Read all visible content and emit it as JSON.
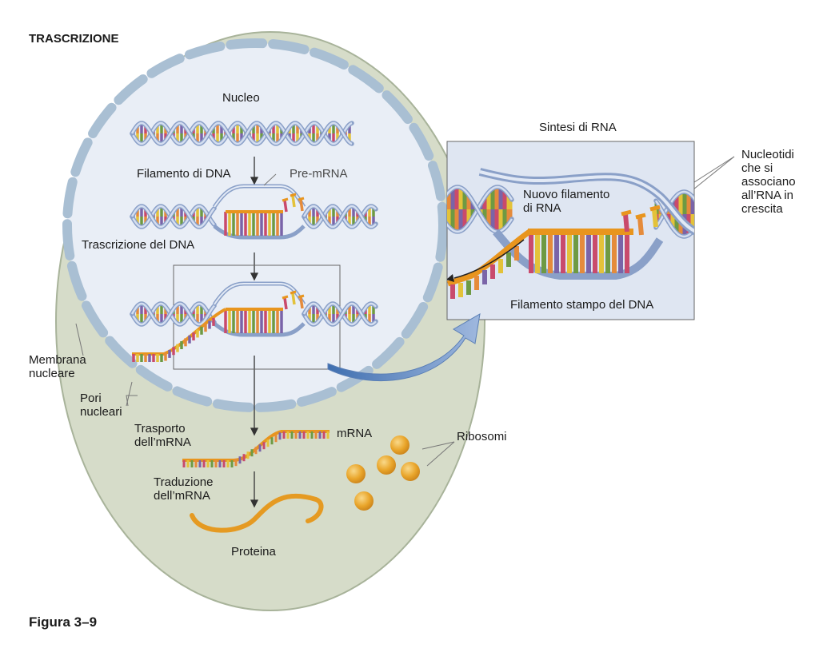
{
  "title": "TRASCRIZIONE",
  "figure_caption": "Figura 3–9",
  "labels": {
    "nucleo": "Nucleo",
    "filamento_dna": "Filamento di DNA",
    "pre_mrna": "Pre-mRNA",
    "trascrizione_dna": "Trascrizione del DNA",
    "membrana_nucleare": "Membrana\nnucleare",
    "pori_nucleari": "Pori\nnucleari",
    "trasporto_mrna": "Trasporto\ndell’mRNA",
    "mrna": "mRNA",
    "ribosomi": "Ribosomi",
    "traduzione_mrna": "Traduzione\ndell’mRNA",
    "proteina": "Proteina"
  },
  "inset": {
    "title": "Sintesi di RNA",
    "nuovo_filamento": "Nuovo filamento\ndi RNA",
    "filamento_stampo": "Filamento stampo del DNA",
    "nucleotidi": "Nucleotidi\nche si\nassociano\nall’RNA in\ncrescita"
  },
  "colors": {
    "cell_fill": "#d6dcc9",
    "nucleus_fill": "#e9eef6",
    "membrane": "#a9bfd3",
    "dna_backbone": "#b9c9e2",
    "rna_backbone": "#e8951e",
    "protein": "#e59a22",
    "ribosome": "#e9a52a",
    "arrow_blue": "#6f93c4",
    "base_colors": [
      "#c94a6c",
      "#e3c23a",
      "#6e9a43",
      "#e58b3b",
      "#7a64a8"
    ]
  }
}
